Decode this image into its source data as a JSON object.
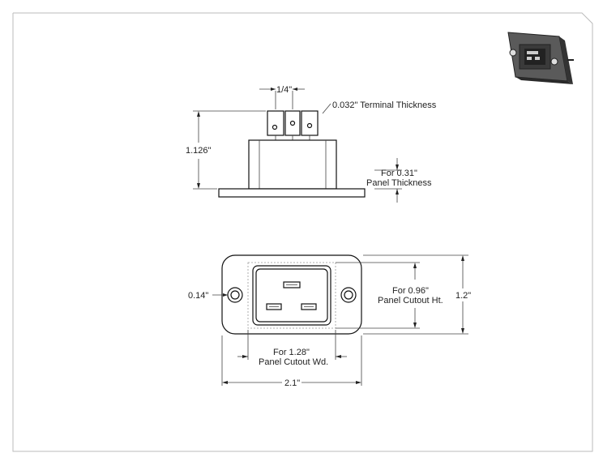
{
  "dimensions": {
    "terminal_pitch": "1/4\"",
    "terminal_thickness": "0.032\" Terminal Thickness",
    "overall_height": "1.126\"",
    "panel_thickness_line1": "For 0.31\"",
    "panel_thickness_line2": "Panel Thickness",
    "hole_offset": "0.14\"",
    "cutout_height_line1": "For 0.96\"",
    "cutout_height_line2": "Panel Cutout Ht.",
    "flange_height": "1.2\"",
    "cutout_width_line1": "For 1.28\"",
    "cutout_width_line2": "Panel Cutout Wd.",
    "flange_width": "2.1\""
  },
  "colors": {
    "line": "#111111",
    "border": "#bbbbbb",
    "render_body": "#4a4a4a"
  }
}
